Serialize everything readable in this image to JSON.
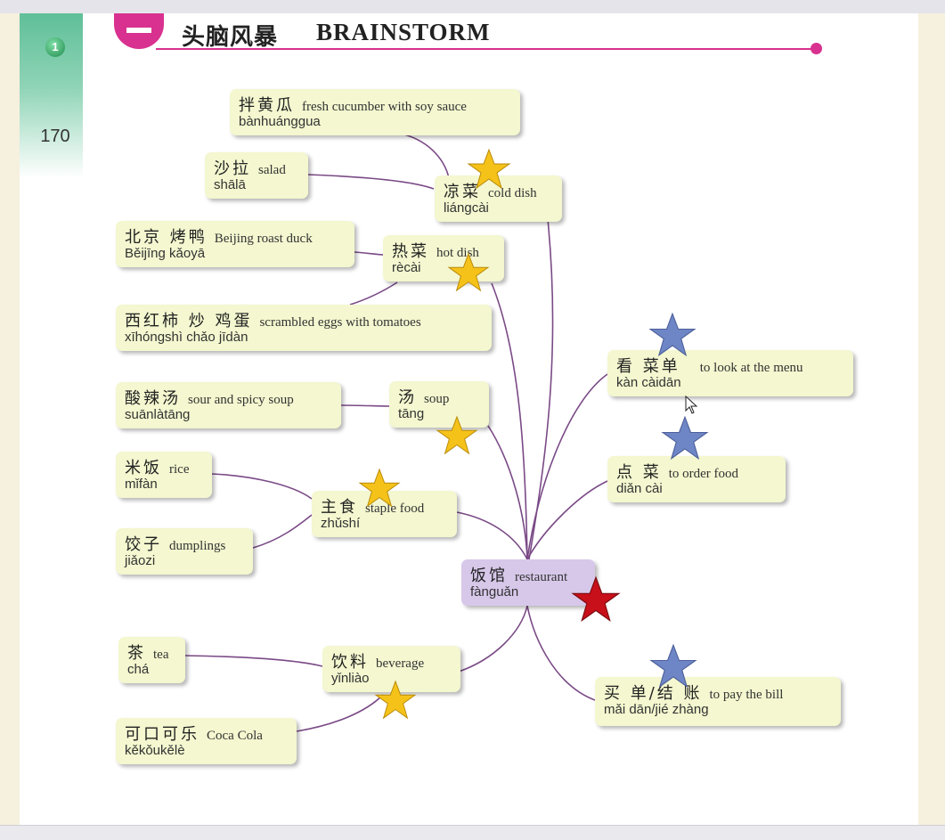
{
  "page": {
    "number": "170",
    "badge": "1"
  },
  "header": {
    "title_cn": "头脑风暴",
    "title_en": "BRAINSTORM"
  },
  "colors": {
    "accent": "#d8318f",
    "box": "#f4f7cf",
    "center_box": "#d7c8ea",
    "line": "#7a4a86",
    "gold_star": "#f5c21a",
    "blue_star": "#6f86c6",
    "red_star": "#c8101a"
  },
  "nodes": {
    "banhuanggua": {
      "cn": "拌黄瓜",
      "en": "fresh cucumber with soy sauce",
      "py": "bànhuánggua"
    },
    "shala": {
      "cn": "沙拉",
      "en": "salad",
      "py": "shālā"
    },
    "liangcai": {
      "cn": "凉菜",
      "en": "cold dish",
      "py": "liángcài"
    },
    "kaoya": {
      "cn": "北京 烤鸭",
      "en": "Beijing roast duck",
      "py": "Běijīng kǎoyā"
    },
    "recai": {
      "cn": "热菜",
      "en": "hot dish",
      "py": "rècài"
    },
    "jidan": {
      "cn": "西红柿 炒 鸡蛋",
      "en": "scrambled eggs with tomatoes",
      "py": "xīhóngshì chǎo jīdàn"
    },
    "suanlatang": {
      "cn": "酸辣汤",
      "en": "sour and spicy soup",
      "py": "suānlàtāng"
    },
    "tang": {
      "cn": "汤",
      "en": "soup",
      "py": "tāng"
    },
    "mifan": {
      "cn": "米饭",
      "en": "rice",
      "py": "mǐfàn"
    },
    "zhushi": {
      "cn": "主食",
      "en": "staple food",
      "py": "zhǔshí"
    },
    "jiaozi": {
      "cn": "饺子",
      "en": "dumplings",
      "py": "jiǎozi"
    },
    "fanguan": {
      "cn": "饭馆",
      "en": "restaurant",
      "py": "fànguǎn"
    },
    "cha": {
      "cn": "茶",
      "en": "tea",
      "py": "chá"
    },
    "yinliao": {
      "cn": "饮料",
      "en": "beverage",
      "py": "yǐnliào"
    },
    "kekoukele": {
      "cn": "可口可乐",
      "en": "Coca Cola",
      "py": "kěkǒukělè"
    },
    "kancaidan": {
      "cn": "看 菜单",
      "en": "to look at the menu",
      "py": "kàn càidān"
    },
    "diancai": {
      "cn": "点 菜",
      "en": "to order food",
      "py": "diǎn cài"
    },
    "maidan": {
      "cn": "买 单/结 账",
      "en": "to pay the bill",
      "py": "mǎi dān/jié zhàng"
    }
  }
}
